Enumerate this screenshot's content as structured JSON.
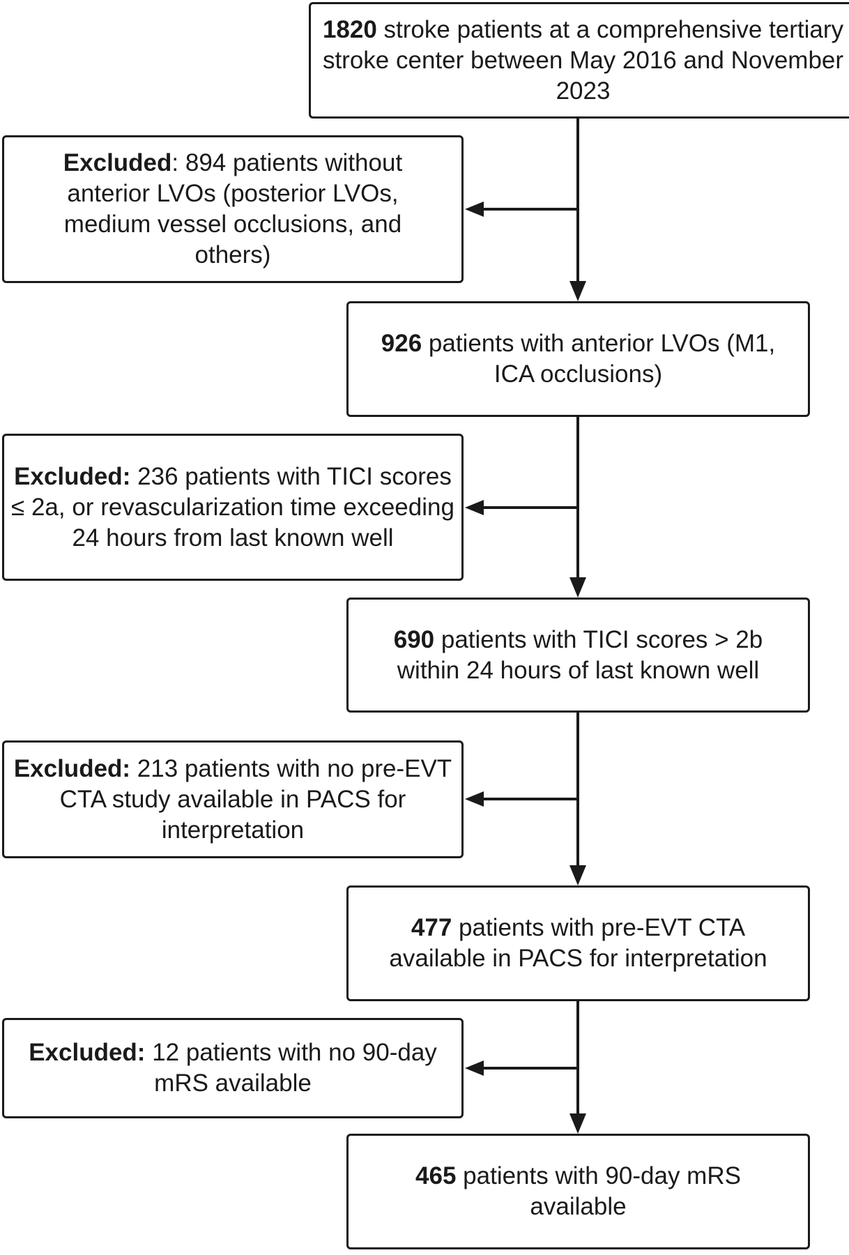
{
  "flow": {
    "main": [
      {
        "bold": "1820",
        "rest": " stroke patients at a comprehensive tertiary stroke center between May 2016 and November 2023"
      },
      {
        "bold": "926",
        "rest": " patients with anterior LVOs (M1, ICA occlusions)"
      },
      {
        "bold": "690",
        "rest": " patients with TICI scores > 2b within 24 hours of last known well"
      },
      {
        "bold": "477",
        "rest": " patients with pre-EVT CTA available in PACS for interpretation"
      },
      {
        "bold": "465",
        "rest": " patients with 90-day mRS available"
      }
    ],
    "excluded": [
      {
        "bold": "Excluded",
        "rest": ": 894 patients without anterior LVOs (posterior LVOs, medium vessel occlusions, and others)"
      },
      {
        "bold": "Excluded:",
        "rest": " 236 patients with TICI scores ≤ 2a, or revascularization time exceeding 24 hours from last known well"
      },
      {
        "bold": "Excluded:",
        "rest": " 213 patients with no pre-EVT CTA study available in PACS for interpretation"
      },
      {
        "bold": "Excluded:",
        "rest": " 12 patients with no 90-day mRS available"
      }
    ]
  }
}
